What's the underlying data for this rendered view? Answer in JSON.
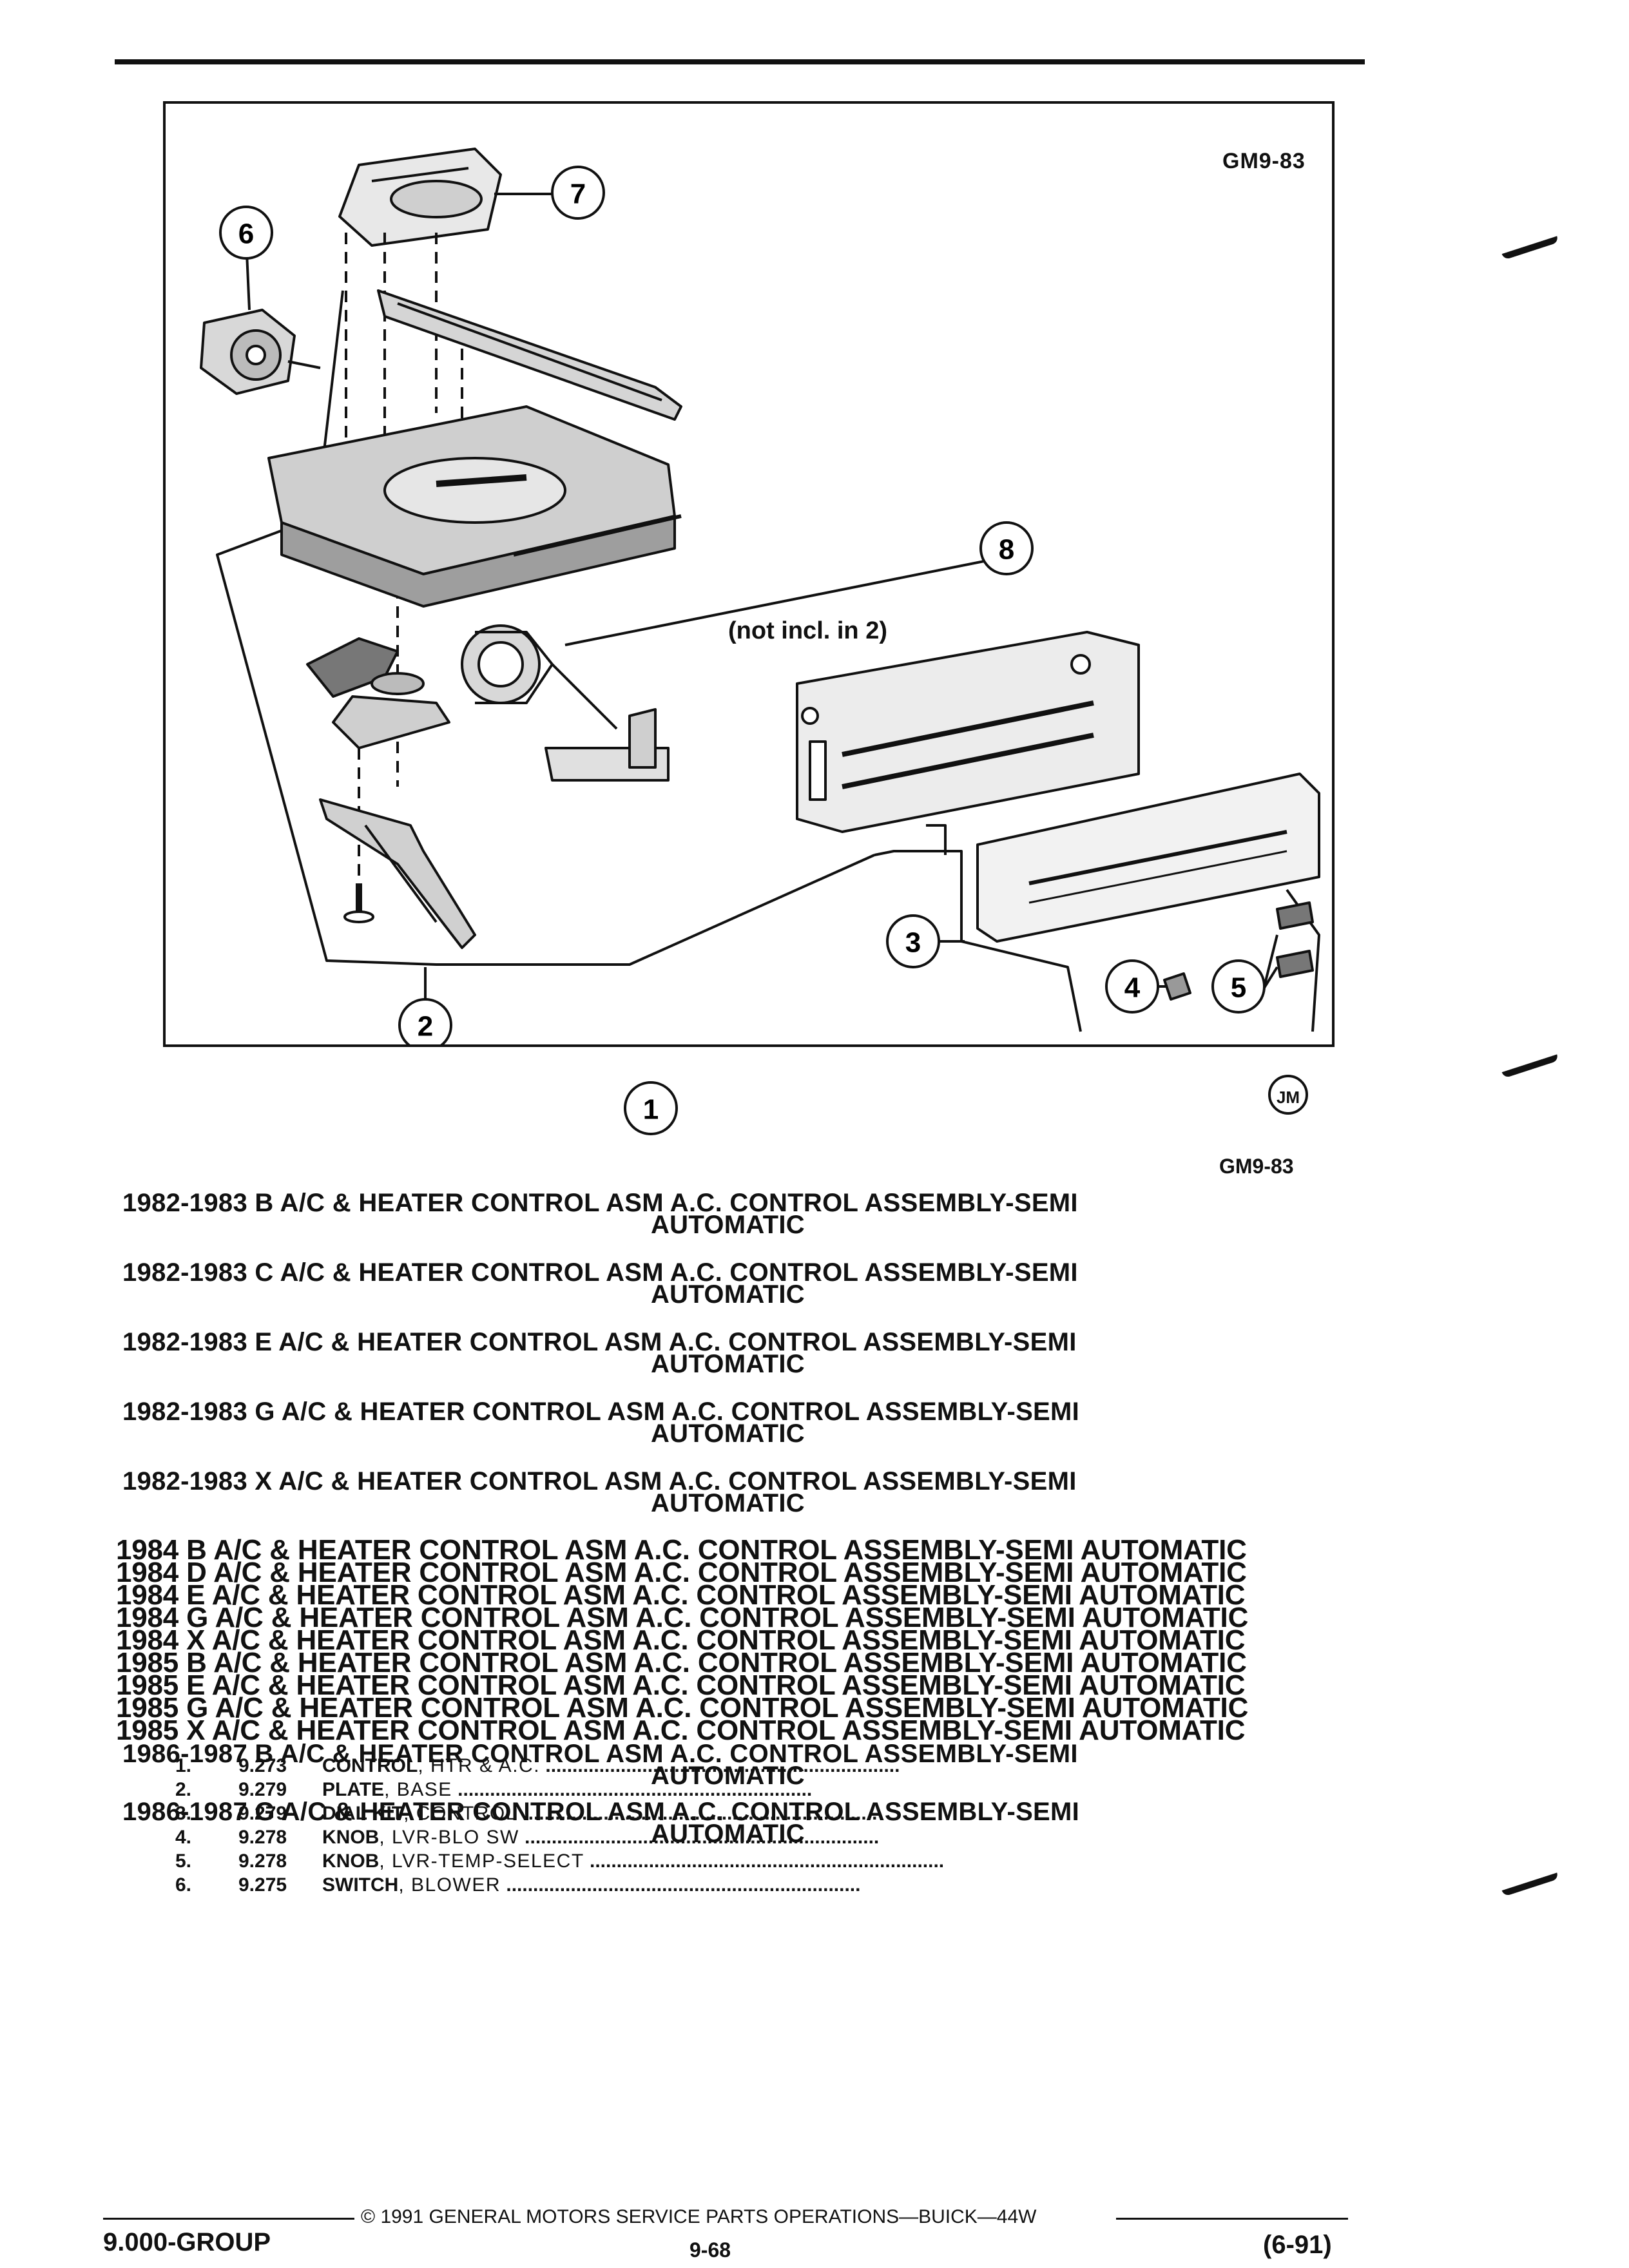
{
  "figure": {
    "code_top": "GM9-83",
    "note": "(not incl. in 2)",
    "callouts": [
      "1",
      "2",
      "3",
      "4",
      "5",
      "6",
      "7",
      "8"
    ],
    "artist_mark": "JM",
    "code_bottom": "GM9-83"
  },
  "applications": [
    {
      "l1": "1982-1983 B A/C & HEATER CONTROL ASM A.C. CONTROL ASSEMBLY-SEMI",
      "l2": "AUTOMATIC"
    },
    {
      "l1": "1982-1983 C A/C & HEATER CONTROL ASM A.C. CONTROL ASSEMBLY-SEMI",
      "l2": "AUTOMATIC"
    },
    {
      "l1": "1982-1983 E A/C & HEATER CONTROL ASM A.C. CONTROL ASSEMBLY-SEMI",
      "l2": "AUTOMATIC"
    },
    {
      "l1": "1982-1983 G A/C & HEATER CONTROL ASM A.C. CONTROL ASSEMBLY-SEMI",
      "l2": "AUTOMATIC"
    },
    {
      "l1": "1982-1983 X A/C & HEATER CONTROL ASM A.C. CONTROL ASSEMBLY-SEMI",
      "l2": "AUTOMATIC"
    },
    {
      "l1": "1984 B A/C & HEATER CONTROL ASM A.C. CONTROL ASSEMBLY-SEMI AUTOMATIC"
    },
    {
      "l1": "1984 D A/C & HEATER CONTROL ASM A.C. CONTROL ASSEMBLY-SEMI AUTOMATIC"
    },
    {
      "l1": "1984 E A/C & HEATER CONTROL ASM A.C. CONTROL ASSEMBLY-SEMI AUTOMATIC"
    },
    {
      "l1": "1984 G A/C & HEATER CONTROL ASM A.C. CONTROL ASSEMBLY-SEMI AUTOMATIC"
    },
    {
      "l1": "1984 X A/C & HEATER CONTROL ASM A.C. CONTROL ASSEMBLY-SEMI AUTOMATIC"
    },
    {
      "l1": "1985 B A/C & HEATER CONTROL ASM A.C. CONTROL ASSEMBLY-SEMI AUTOMATIC"
    },
    {
      "l1": "1985 E A/C & HEATER CONTROL ASM A.C. CONTROL ASSEMBLY-SEMI AUTOMATIC"
    },
    {
      "l1": "1985 G A/C & HEATER CONTROL ASM A.C. CONTROL ASSEMBLY-SEMI AUTOMATIC"
    },
    {
      "l1": "1985 X A/C & HEATER CONTROL ASM A.C. CONTROL ASSEMBLY-SEMI AUTOMATIC"
    },
    {
      "l1": "1986-1987 B A/C & HEATER CONTROL ASM A.C. CONTROL ASSEMBLY-SEMI",
      "l2": "AUTOMATIC"
    },
    {
      "l1": "1986-1987 G A/C & HEATER CONTROL ASM A.C. CONTROL ASSEMBLY-SEMI",
      "l2": "AUTOMATIC"
    }
  ],
  "parts": [
    {
      "num": "1.",
      "group": "9.273",
      "name": "CONTROL",
      "desc": ", HTR & A.C."
    },
    {
      "num": "2.",
      "group": "9.279",
      "name": "PLATE",
      "desc": ", BASE"
    },
    {
      "num": "3.",
      "group": "9.279",
      "name": "DIAL KIT",
      "desc": ", CONTROL"
    },
    {
      "num": "4.",
      "group": "9.278",
      "name": "KNOB",
      "desc": ", LVR-BLO SW"
    },
    {
      "num": "5.",
      "group": "9.278",
      "name": "KNOB",
      "desc": ", LVR-TEMP-SELECT"
    },
    {
      "num": "6.",
      "group": "9.275",
      "name": "SWITCH",
      "desc": ", BLOWER"
    }
  ],
  "footer": {
    "copyright": "© 1991 GENERAL MOTORS SERVICE PARTS OPERATIONS—BUICK—44W",
    "group": "9.000-GROUP",
    "page": "9-68",
    "date": "(6-91)"
  }
}
